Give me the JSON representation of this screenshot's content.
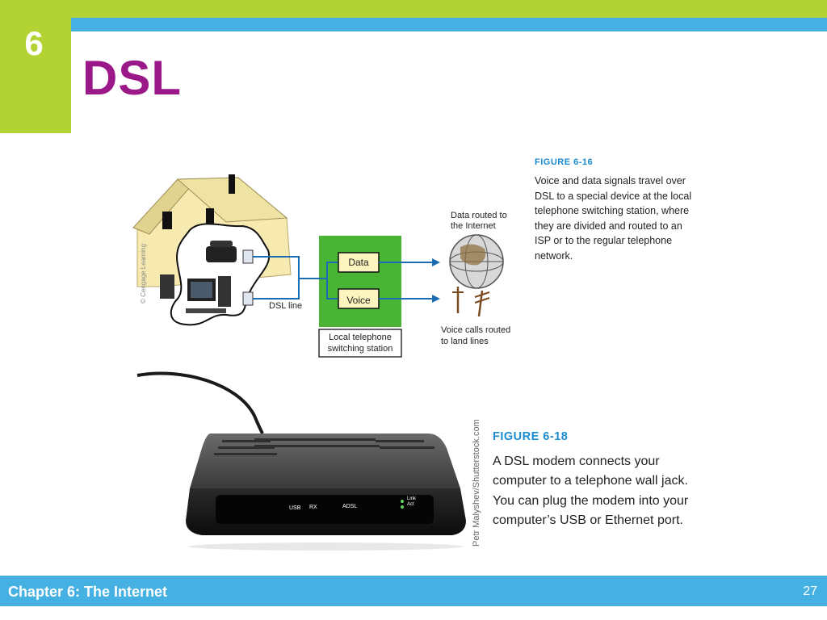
{
  "slide": {
    "chapter_number": "6",
    "title": "DSL",
    "page_number": "27"
  },
  "footer": {
    "chapter_text": "Chapter 6: The Internet"
  },
  "figure_16": {
    "label": "FIGURE 6-16",
    "caption": "Voice and data signals travel over DSL to a special device at the local telephone switching station, where they are divided and routed to an ISP or to the regular telephone network.",
    "credit": "© Cengage Learning",
    "dsl_line_label": "DSL line",
    "data_box_label": "Data",
    "voice_box_label": "Voice",
    "station_label_line1": "Local telephone",
    "station_label_line2": "switching station",
    "data_routed_line1": "Data routed to",
    "data_routed_line2": "the Internet",
    "voice_routed_line1": "Voice calls routed",
    "voice_routed_line2": "to land lines"
  },
  "figure_18": {
    "label": "FIGURE 6-18",
    "caption": "A DSL modem connects your computer to a telephone wall jack. You can plug the modem into your computer’s USB or Ethernet port.",
    "credit": "Petr Malyshev/Shutterstock.com",
    "modem_usb_label": "USB",
    "modem_rx_label": "RX",
    "modem_adsl_label": "ADSL",
    "modem_link_label": "Link",
    "modem_act_label": "Act"
  },
  "colors": {
    "accent_green": "#b3d334",
    "accent_blue": "#45b1e3",
    "title_purple": "#9b1889",
    "figure_label_blue": "#1a8ccf"
  }
}
